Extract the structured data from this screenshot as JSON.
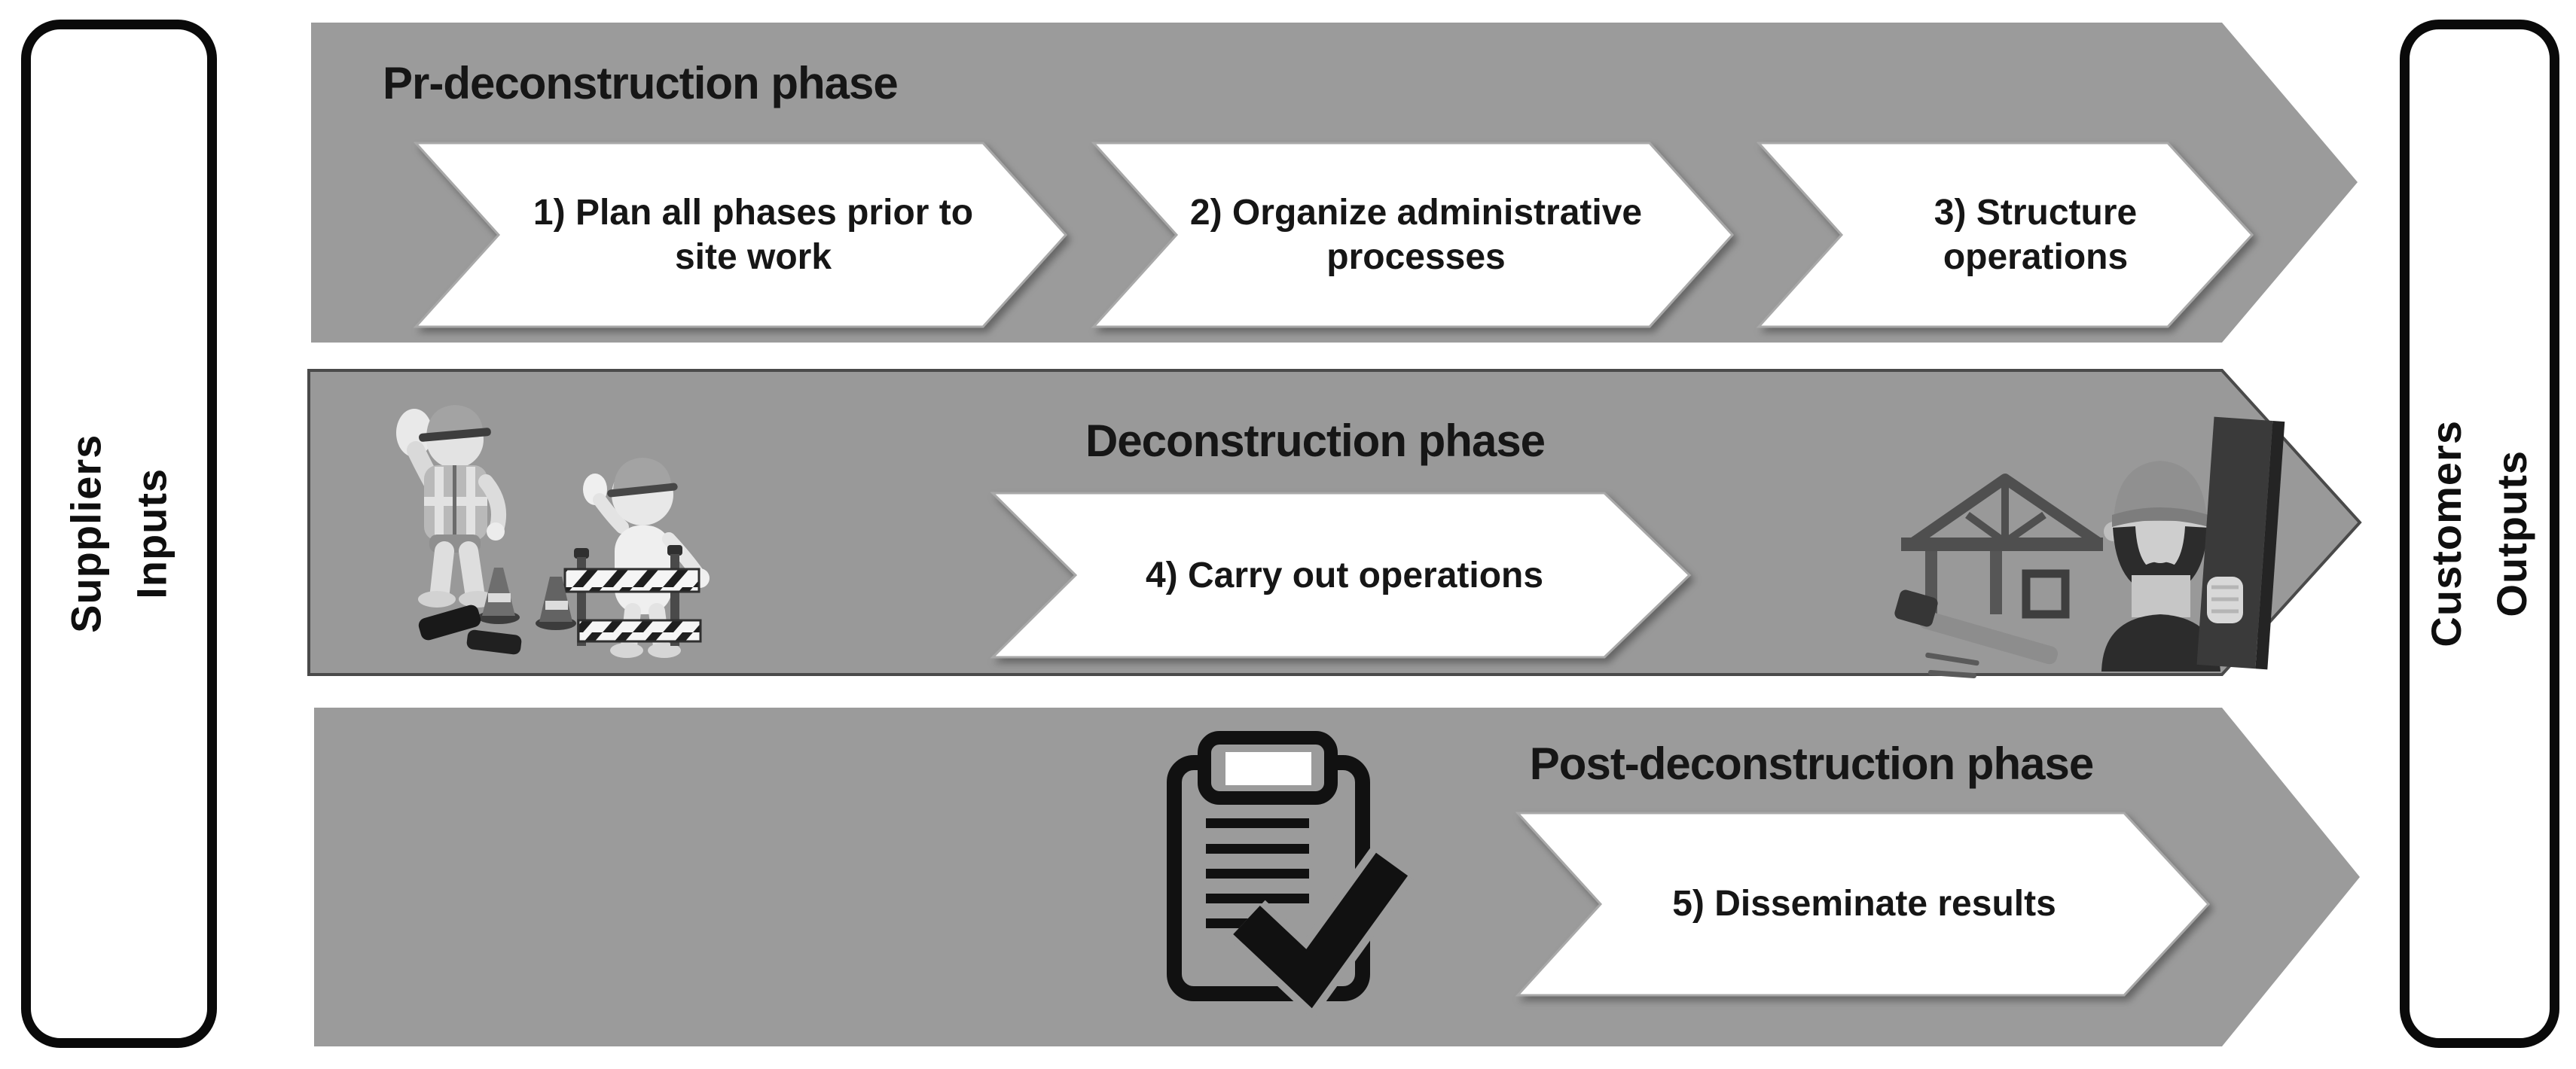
{
  "diagram": {
    "left_box": {
      "line1": "Suppliers",
      "line2": "Inputs"
    },
    "right_box": {
      "line1": "Customers",
      "line2": "Outputs"
    },
    "phases": [
      {
        "title": "Pr-deconstruction phase",
        "steps": [
          "1) Plan all phases prior to site work",
          "2) Organize administrative processes",
          "3) Structure operations"
        ]
      },
      {
        "title": "Deconstruction phase",
        "steps": [
          "4) Carry out operations"
        ]
      },
      {
        "title": "Post-deconstruction phase",
        "steps": [
          "5) Disseminate results"
        ]
      }
    ],
    "icons": {
      "clipboard": "clipboard-check-icon",
      "workers": "construction-workers-3d-image",
      "builder": "builder-with-plank-illustration"
    },
    "colors": {
      "band_gray": "#9b9b9b",
      "band_border": "#4a4a4a",
      "chevron_fill": "#ffffff",
      "text": "#161616"
    }
  }
}
